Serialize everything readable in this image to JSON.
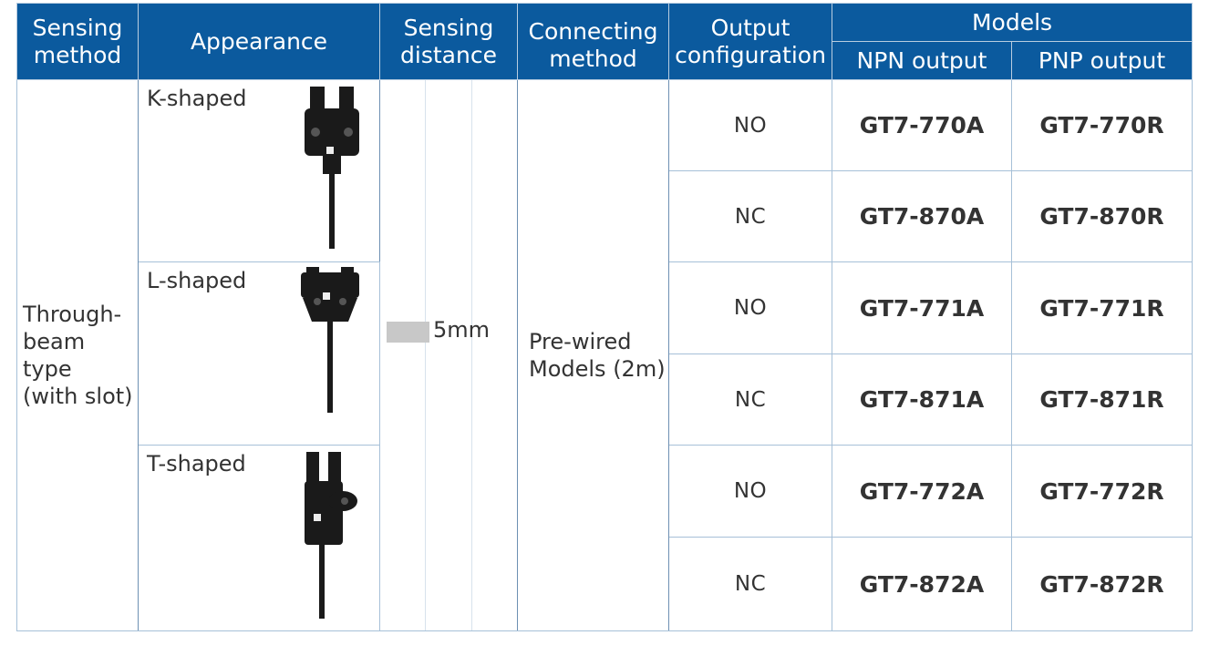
{
  "header": {
    "sensing_method": [
      "Sensing",
      "method"
    ],
    "appearance": "Appearance",
    "sensing_distance": [
      "Sensing",
      "distance"
    ],
    "connecting_method": [
      "Connecting",
      "method"
    ],
    "output_configuration": [
      "Output",
      "configuration"
    ],
    "models": "Models",
    "npn_output": "NPN output",
    "pnp_output": "PNP output"
  },
  "sensing_method": [
    "Through-",
    "beam type",
    "(with slot)"
  ],
  "sensing_distance": "5mm",
  "connecting_method": [
    "Pre-wired",
    "Models (2m)"
  ],
  "appearances": [
    {
      "label": "K-shaped",
      "icon": "k-shaped-sensor-icon"
    },
    {
      "label": "L-shaped",
      "icon": "l-shaped-sensor-icon"
    },
    {
      "label": "T-shaped",
      "icon": "t-shaped-sensor-icon"
    }
  ],
  "rows": [
    {
      "output": "NO",
      "npn": "GT7-770A",
      "pnp": "GT7-770R"
    },
    {
      "output": "NC",
      "npn": "GT7-870A",
      "pnp": "GT7-870R"
    },
    {
      "output": "NO",
      "npn": "GT7-771A",
      "pnp": "GT7-771R"
    },
    {
      "output": "NC",
      "npn": "GT7-871A",
      "pnp": "GT7-871R"
    },
    {
      "output": "NO",
      "npn": "GT7-772A",
      "pnp": "GT7-772R"
    },
    {
      "output": "NC",
      "npn": "GT7-872A",
      "pnp": "GT7-872R"
    }
  ],
  "colors": {
    "header_bg": "#0b5a9e",
    "header_text": "#ffffff",
    "border": "#a6c0d8",
    "distance_bar": "#c8c8c8"
  }
}
